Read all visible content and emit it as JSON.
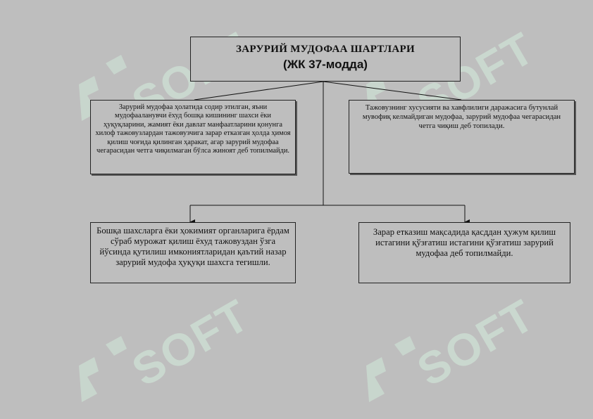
{
  "watermark": {
    "text": "SOFT",
    "color": "#d4eedd"
  },
  "diagram": {
    "title": {
      "line1": "ЗАРУРИЙ МУДОФАА ШАРТЛАРИ",
      "line2": "(ЖК 37-модда)"
    },
    "top_left": {
      "text": "Зарурий мудофаа ҳолатида содир этилган, яъни мудофааланувчи ёхуд бошқа кишининг шахси ёки ҳуқуқларини, жамият ёки давлат манфаатларини қонунга хилоф тажовузлардан тажовузчига зарар етказган ҳолда ҳимоя қилиш чоғида қилинган ҳаракат, агар зарурий мудофаа чегарасидан четга чиқилмаган бўлса жиноят деб топилмайди."
    },
    "top_right": {
      "text": "Тажовузнинг хусусияти ва хавфлилиги даражасига бутунлай мувофиқ келмайдиган мудофаа, зарурий мудофаа чегарасидан четга чиқиш деб топилади."
    },
    "bottom_left": {
      "text": "Бошқа шахсларга ёки ҳокимият органларига ёрдам сўраб мурожат қилиш ёхуд тажовуздан ўзга йўсинда қутилиш имкониятларидан қаътий назар  зарурий мудофа ҳуқуқи шахсга тегишли."
    },
    "bottom_right": {
      "text": "Зарар етказиш мақсадида қасддан ҳужум қилиш истагини қўзғатиш истагини қўзғатиш зарурий мудофаа деб топилмайди."
    }
  }
}
